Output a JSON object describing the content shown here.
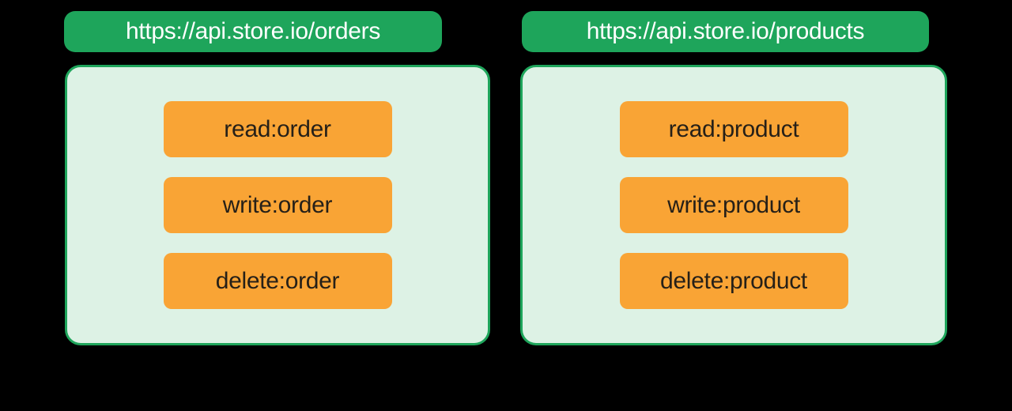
{
  "page": {
    "background_color": "#000000",
    "description": "Diagram of two APIs with their permission scopes"
  },
  "colors": {
    "badge_green": "#1EA55B",
    "card_fill_mint": "#DDF2E5",
    "card_border_green": "#1EA55B",
    "scope_orange": "#F9A435",
    "scope_text": "#262018",
    "badge_text": "#FFFFFF"
  },
  "apis": [
    {
      "url": "https://api.store.io/orders",
      "scopes": [
        "read:order",
        "write:order",
        "delete:order"
      ]
    },
    {
      "url": "https://api.store.io/products",
      "scopes": [
        "read:product",
        "write:product",
        "delete:product"
      ]
    }
  ]
}
